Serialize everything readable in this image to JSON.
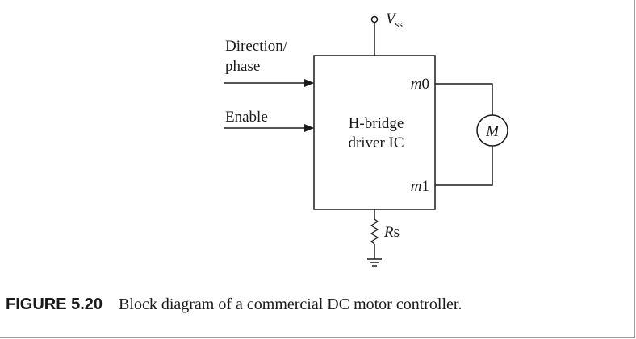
{
  "diagram": {
    "inputs": {
      "direction_line1": "Direction/",
      "direction_line2": "phase",
      "enable": "Enable"
    },
    "supply": {
      "symbol": "V",
      "subscript": "ss"
    },
    "block": {
      "line1": "H-bridge",
      "line2": "driver IC"
    },
    "pins": {
      "m0_italic": "m",
      "m0_digit": "0",
      "m1_italic": "m",
      "m1_digit": "1"
    },
    "motor": {
      "label": "M"
    },
    "sense_resistor": {
      "italic": "R",
      "rest": "s"
    }
  },
  "caption": {
    "figure_label": "FIGURE 5.20",
    "text": "Block diagram of a commercial DC motor controller."
  },
  "colors": {
    "ink": "#1a1a1a",
    "frame": "#9a9a9a"
  }
}
